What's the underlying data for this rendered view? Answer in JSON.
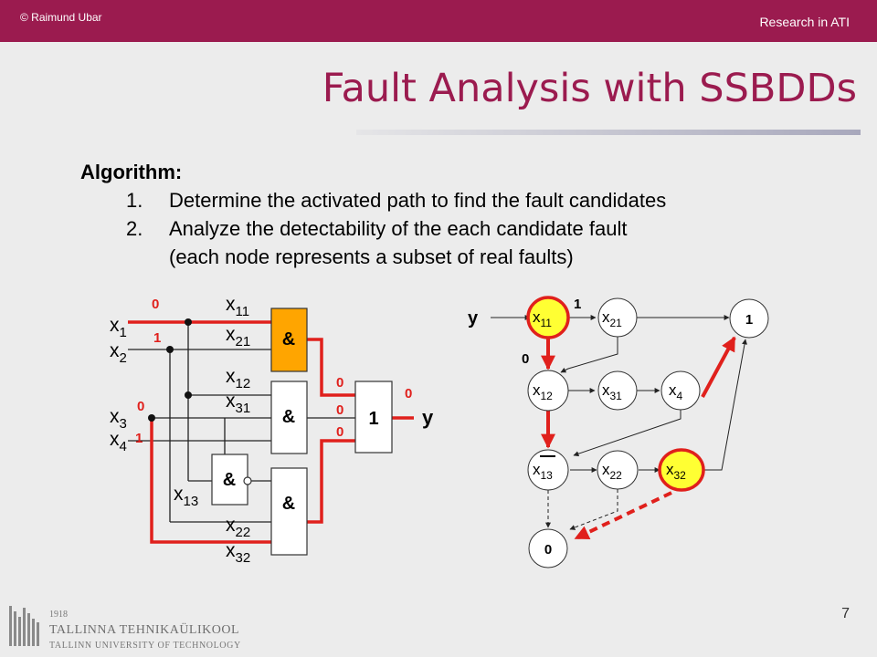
{
  "header": {
    "copyright": "© Raimund Ubar",
    "course": "Research in ATI"
  },
  "title": "Fault Analysis with SSBDDs",
  "algorithm": {
    "heading": "Algorithm:",
    "steps": [
      {
        "num": "1.",
        "text": "Determine the activated path to find the fault candidates"
      },
      {
        "num": "2.",
        "text": "Analyze the detectability of the each candidate fault"
      }
    ],
    "note": "(each node represents a subset of real faults)"
  },
  "circuit": {
    "inputs": {
      "x1": {
        "base": "x",
        "sub": "1"
      },
      "x2": {
        "base": "x",
        "sub": "2"
      },
      "x3": {
        "base": "x",
        "sub": "3"
      },
      "x4": {
        "base": "x",
        "sub": "4"
      }
    },
    "branches": {
      "x11": {
        "base": "x",
        "sub": "11"
      },
      "x21": {
        "base": "x",
        "sub": "21"
      },
      "x12": {
        "base": "x",
        "sub": "12"
      },
      "x31": {
        "base": "x",
        "sub": "31"
      },
      "x13": {
        "base": "x",
        "sub": "13"
      },
      "x22": {
        "base": "x",
        "sub": "22"
      },
      "x32": {
        "base": "x",
        "sub": "32"
      }
    },
    "gates": {
      "and": "&",
      "or": "1"
    },
    "output": "y",
    "values": {
      "x1": "0",
      "x2": "1",
      "x3": "0",
      "x4": "1",
      "g1_out": "0",
      "g2_out": "0",
      "g4_out": "0",
      "y_out": "0"
    }
  },
  "ssbdd": {
    "root_label": "y",
    "nodes": {
      "x11": {
        "base": "x",
        "sub": "11"
      },
      "x21": {
        "base": "x",
        "sub": "21"
      },
      "x12": {
        "base": "x",
        "sub": "12"
      },
      "x31": {
        "base": "x",
        "sub": "31"
      },
      "x4": {
        "base": "x",
        "sub": "4"
      },
      "x13": {
        "base": "x",
        "sub": "13"
      },
      "x22": {
        "base": "x",
        "sub": "22"
      },
      "x32": {
        "base": "x",
        "sub": "32"
      }
    },
    "terminal_one": "1",
    "terminal_zero": "0",
    "edge_labels": {
      "x11_true": "1",
      "x11_false": "0"
    }
  },
  "footer": {
    "year": "1918",
    "university": "TALLINNA TEHNIKAÜLIKOOL",
    "university_en": "TALLINN UNIVERSITY OF TECHNOLOGY",
    "page": "7"
  },
  "colors": {
    "brand": "#9b1b4f",
    "highlight": "#e0201c",
    "node_fill_active": "#ffff33"
  }
}
